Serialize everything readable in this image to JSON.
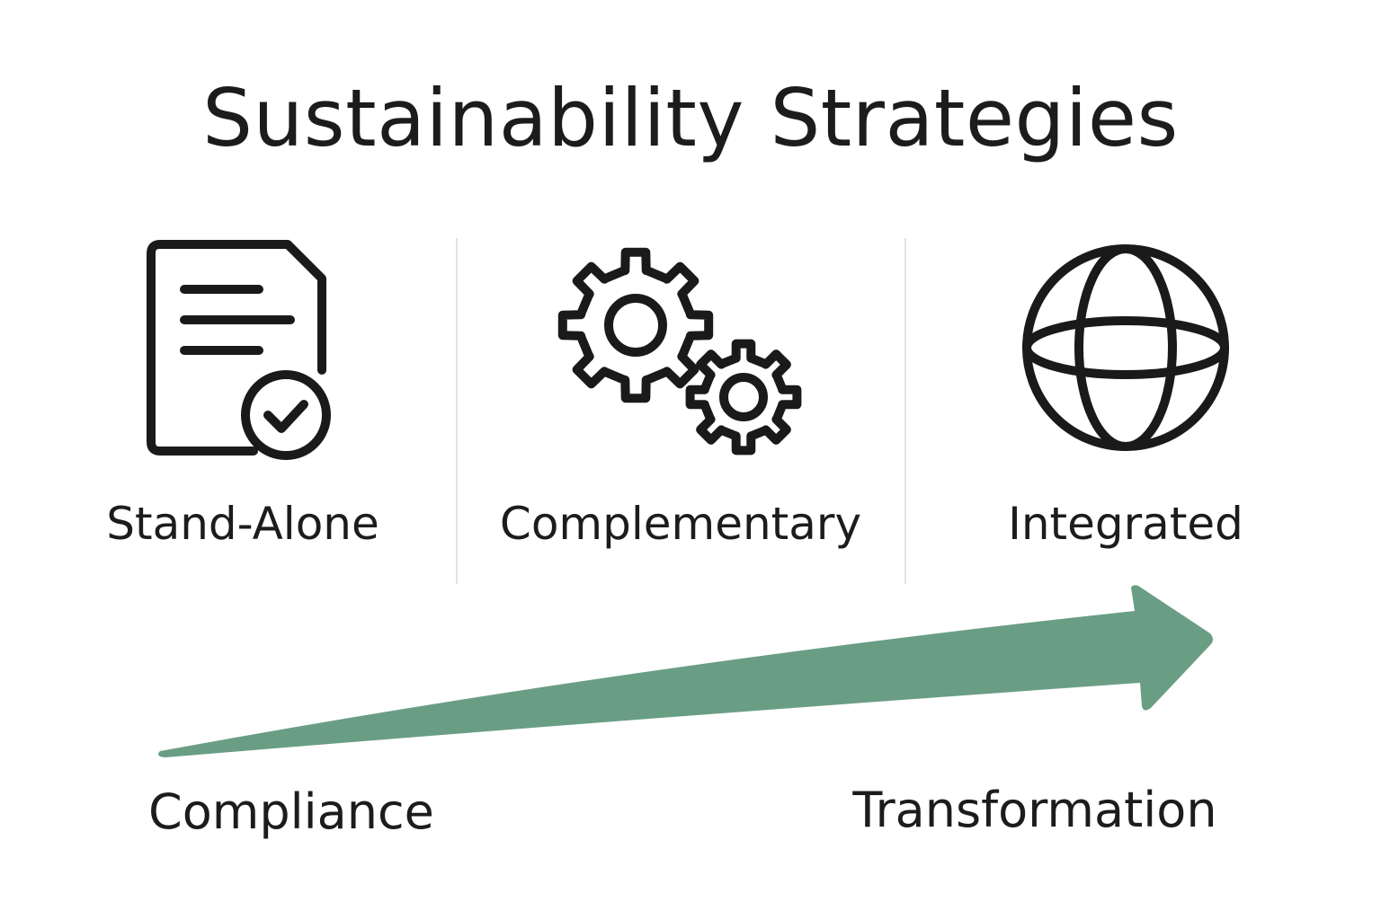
{
  "title": "Sustainability Strategies",
  "strategies": [
    {
      "label": "Stand-Alone",
      "icon": "document-check-icon"
    },
    {
      "label": "Complementary",
      "icon": "gears-icon"
    },
    {
      "label": "Integrated",
      "icon": "globe-icon"
    }
  ],
  "progression": {
    "start_label": "Compliance",
    "end_label": "Transformation",
    "arrow_color": "#6a9e84"
  },
  "colors": {
    "text": "#1c1c1c",
    "divider": "#e2e2e2",
    "background": "#ffffff"
  }
}
